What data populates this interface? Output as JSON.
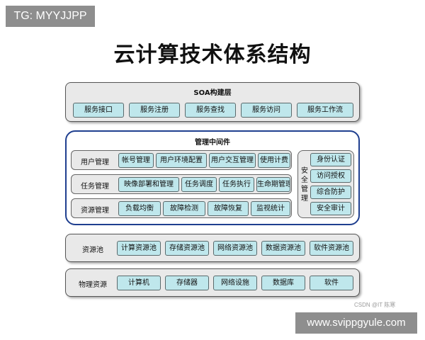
{
  "watermark_tl": "TG: MYYJJPP",
  "watermark_br": "www.svippgyule.com",
  "title": "云计算技术体系结构",
  "soa": {
    "title": "SOA构建层",
    "items": [
      "服务接口",
      "服务注册",
      "服务查找",
      "服务访问",
      "服务工作流"
    ]
  },
  "middleware": {
    "title": "管理中间件",
    "rows": [
      {
        "label": "用户管理",
        "items": [
          "帐号管理",
          "用户环境配置",
          "用户交互管理",
          "使用计费"
        ]
      },
      {
        "label": "任务管理",
        "items": [
          "映像部署和管理",
          "任务调度",
          "任务执行",
          "生命期管理"
        ]
      },
      {
        "label": "资源管理",
        "items": [
          "负载均衡",
          "故障检测",
          "故障恢复",
          "监视统计"
        ]
      }
    ],
    "security": {
      "label": "安全管理",
      "items": [
        "身份认证",
        "访问授权",
        "综合防护",
        "安全审计"
      ]
    }
  },
  "pool": {
    "label": "资源池",
    "items": [
      "计算资源池",
      "存储资源池",
      "网络资源池",
      "数据资源池",
      "软件资源池"
    ]
  },
  "physical": {
    "label": "物理资源",
    "items": [
      "计算机",
      "存储器",
      "网络设施",
      "数据库",
      "软件"
    ]
  },
  "credit": "CSDN @IT 陈寒",
  "colors": {
    "box_fill": "#bfe7ec",
    "layer_fill": "#e9e9e9",
    "middleware_border": "#1f3f8f"
  }
}
